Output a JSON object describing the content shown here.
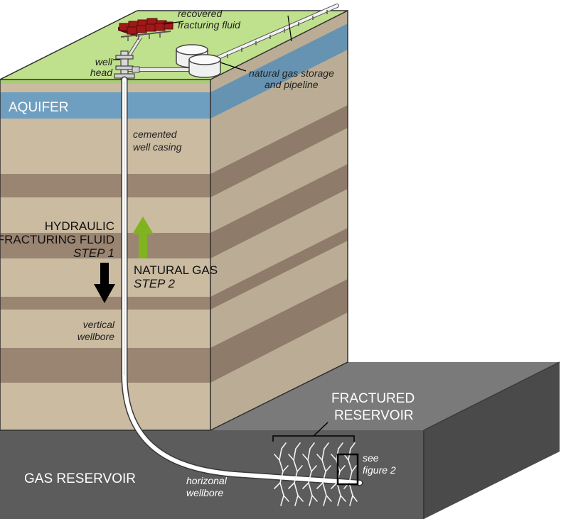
{
  "labels": {
    "recovered_fluid_1": "recovered",
    "recovered_fluid_2": "fracturing fluid",
    "well_head_1": "well",
    "well_head_2": "head",
    "storage_1": "natural gas storage",
    "storage_2": "and pipeline",
    "aquifer": "AQUIFER",
    "casing_1": "cemented",
    "casing_2": "well casing",
    "frac_fluid_1": "HYDRAULIC",
    "frac_fluid_2": "FRACTURING FLUID",
    "frac_fluid_step": "STEP 1",
    "natural_gas": "NATURAL GAS",
    "natural_gas_step": "STEP 2",
    "vertical_1": "vertical",
    "vertical_2": "wellbore",
    "fractured_1": "FRACTURED",
    "fractured_2": "RESERVOIR",
    "see_1": "see",
    "see_2": "figure 2",
    "gas_reservoir": "GAS RESERVOIR",
    "horizontal_1": "horizonal",
    "horizontal_2": "wellbore"
  },
  "colors": {
    "surface": "#bfe08c",
    "soil_light": "#cabba1",
    "soil_dark": "#9a8572",
    "aquifer": "#6f9fc0",
    "reservoir_front": "#5c5c5c",
    "reservoir_top": "#7a7a7a",
    "reservoir_side": "#4a4a4a",
    "gas_arrow": "#7fb320",
    "fluid_arrow": "#000000",
    "tank": "#f0f0f0",
    "fluid_tanks": "#a01818"
  },
  "icons": {
    "well_head": "well-head-icon",
    "storage_tanks": "storage-tank-icon",
    "fluid_tanks": "fluid-tank-icon",
    "gas_arrow": "arrow-up-icon",
    "fluid_arrow": "arrow-down-icon"
  }
}
